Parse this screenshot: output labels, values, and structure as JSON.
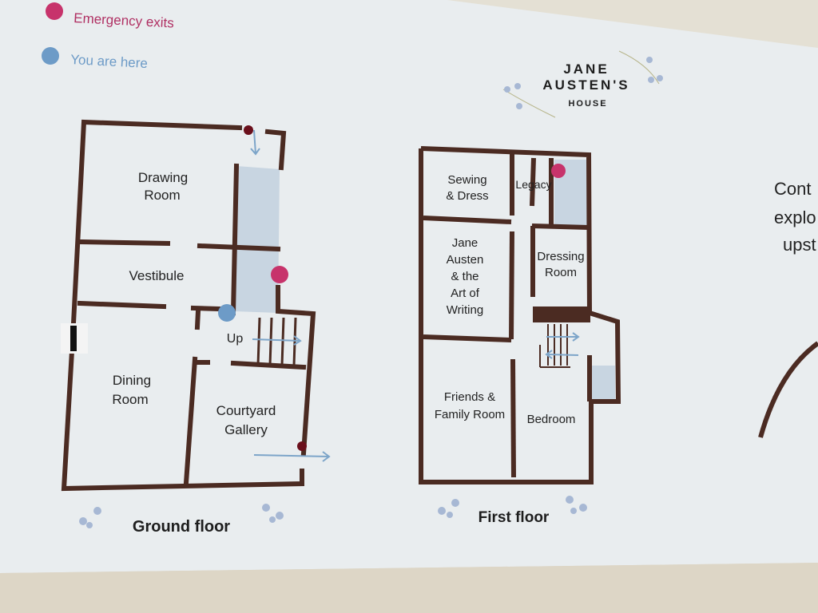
{
  "legend": {
    "emergency_exits": "Emergency exits",
    "you_are_here": "You are here"
  },
  "logo": {
    "line1": "JANE",
    "line2": "AUSTEN'S",
    "line3": "HOUSE"
  },
  "ground_floor": {
    "title": "Ground floor",
    "rooms": {
      "drawing_room_1": "Drawing",
      "drawing_room_2": "Room",
      "vestibule": "Vestibule",
      "dining_room_1": "Dining",
      "dining_room_2": "Room",
      "courtyard_gallery_1": "Courtyard",
      "courtyard_gallery_2": "Gallery",
      "up": "Up"
    }
  },
  "first_floor": {
    "title": "First floor",
    "rooms": {
      "sewing_1": "Sewing",
      "sewing_2": "& Dress",
      "legacy": "Legacy",
      "jane_1": "Jane",
      "jane_2": "Austen",
      "jane_3": "& the",
      "jane_4": "Art of",
      "jane_5": "Writing",
      "dressing_1": "Dressing",
      "dressing_2": "Room",
      "friends_1": "Friends &",
      "friends_2": "Family Room",
      "bedroom": "Bedroom"
    }
  },
  "side_text": {
    "line1": "Cont",
    "line2": "explo",
    "line3": "upst"
  },
  "colors": {
    "wall": "#4b2b22",
    "corridor": "#c8d5e1",
    "emergency": "#c7336b",
    "exit_marker": "#6a0f1b",
    "you_are_here": "#6d9bc7",
    "arrow": "#7da5c9",
    "paper": "#e9edef"
  }
}
